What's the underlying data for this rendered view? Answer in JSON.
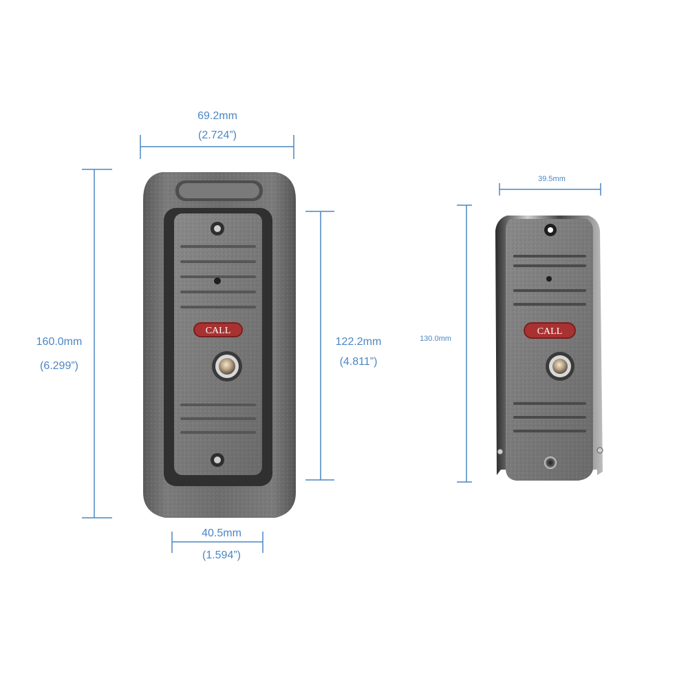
{
  "colors": {
    "dimension_line": "#4a86c4",
    "housing": "#6f6f6f",
    "faceplate": "#7a7a7a",
    "call_button": "#a52a2a",
    "background": "#ffffff"
  },
  "left_device": {
    "width": {
      "mm": "69.2mm",
      "inch": "(2.724”)"
    },
    "height": {
      "mm": "160.0mm",
      "inch": "(6.299”)"
    },
    "panel_height": {
      "mm": "122.2mm",
      "inch": "(4.811”)"
    },
    "panel_width": {
      "mm": "40.5mm",
      "inch": "(1.594”)"
    },
    "call_label": "CALL"
  },
  "right_device": {
    "width": {
      "mm": "39.5mm"
    },
    "height": {
      "mm": "130.0mm"
    },
    "call_label": "CALL"
  }
}
